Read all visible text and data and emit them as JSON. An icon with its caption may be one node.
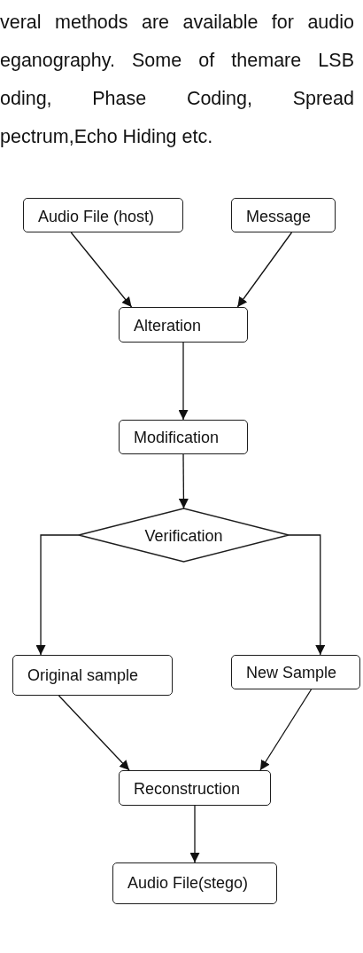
{
  "diagram": {
    "nodes": [
      {
        "text": [
          "Audio File (host)"
        ]
      },
      {
        "text": [
          "Message"
        ]
      },
      {
        "text": [
          "Alteration"
        ]
      },
      {
        "text": [
          "Modification"
        ]
      },
      {
        "text": [
          "Verification"
        ]
      },
      {
        "text": [
          "Original sample"
        ]
      },
      {
        "text": [
          "New Sample"
        ]
      },
      {
        "text": [
          "Reconstruction"
        ]
      },
      {
        "text": [
          "Audio File(stego)"
        ]
      }
    ],
    "edges": [
      {
        "from": 0,
        "to": 2,
        "arrow": "to"
      },
      {
        "from": 1,
        "to": 2,
        "arrow": "to"
      },
      {
        "from": 2,
        "to": 3,
        "arrow": "to"
      },
      {
        "from": 3,
        "to": 4,
        "arrow": "to"
      },
      {
        "from": 4,
        "to": 5,
        "arrow": "to"
      },
      {
        "from": 4,
        "to": 6,
        "arrow": "to"
      },
      {
        "from": 5,
        "to": 7,
        "arrow": "to"
      },
      {
        "from": 6,
        "to": 7,
        "arrow": "to"
      },
      {
        "from": 7,
        "to": 8,
        "arrow": "to"
      }
    ],
    "labels": [
      "veral methods are available for audio eganography. Some of themare LSB oding, Phase Coding, Spread pectrum,Echo Hiding etc."
    ]
  }
}
